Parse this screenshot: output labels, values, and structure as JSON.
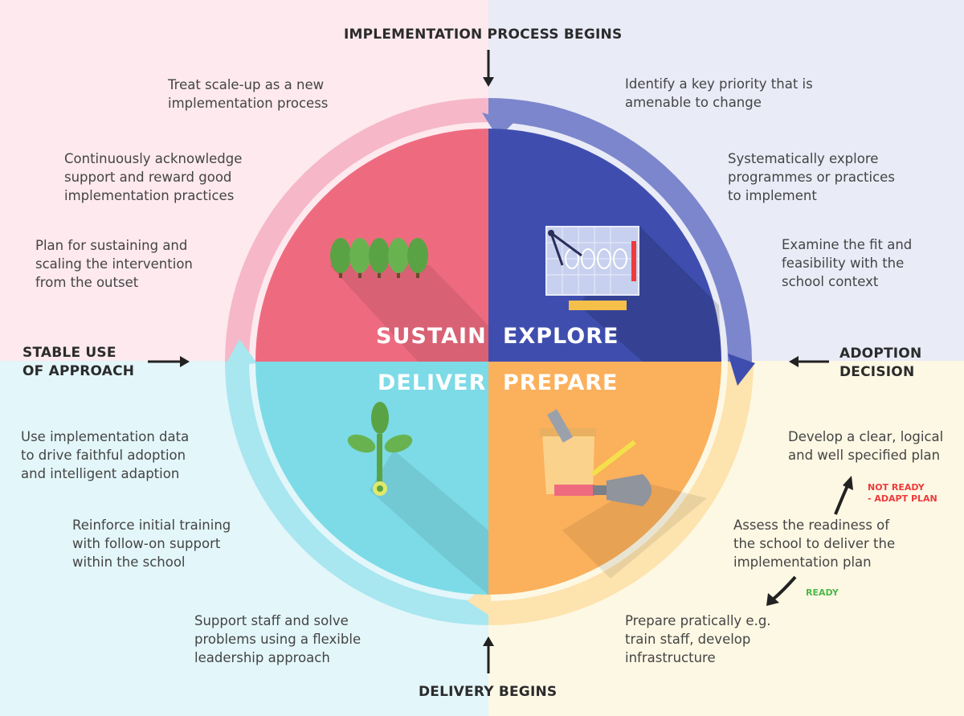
{
  "colors": {
    "sustain": "#ee6b7f",
    "explore": "#3f4eae",
    "deliver": "#7cdbe6",
    "prepare": "#fbb05c",
    "not_ready": "#ee3b3b",
    "ready": "#4db848"
  },
  "headers": {
    "top": "IMPLEMENTATION PROCESS BEGINS",
    "bottom": "DELIVERY BEGINS",
    "left": "STABLE USE\nOF APPROACH",
    "right": "ADOPTION\nDECISION"
  },
  "phases": {
    "sustain": "SUSTAIN",
    "explore": "EXPLORE",
    "deliver": "DELIVER",
    "prepare": "PREPARE"
  },
  "sustain_steps": [
    "Treat scale-up as a new\nimplementation process",
    "Continuously acknowledge\nsupport and reward good\nimplementation practices",
    "Plan for sustaining and\nscaling the intervention\nfrom the outset"
  ],
  "explore_steps": [
    "Identify a key priority that is\namenable to change",
    "Systematically explore\nprogrammes or practices\nto implement",
    "Examine the fit and\nfeasibility with the\nschool context"
  ],
  "deliver_steps": [
    "Use implementation data\nto drive faithful adoption\nand intelligent adaption",
    "Reinforce initial training\nwith follow-on support\nwithin the school",
    "Support staff and solve\nproblems using a flexible\nleadership approach"
  ],
  "prepare_steps": [
    "Develop a clear, logical\nand well specified plan",
    "Assess the readiness of\nthe school to deliver the\nimplementation plan",
    "Prepare pratically e.g.\ntrain staff, develop\ninfrastructure"
  ],
  "readiness": {
    "not_ready": "NOT READY\n- ADAPT PLAN",
    "ready": "READY"
  },
  "icons": {
    "sustain": "tree-row-icon",
    "explore": "blueprint-icon",
    "deliver": "sprout-icon",
    "prepare": "tools-icon"
  }
}
